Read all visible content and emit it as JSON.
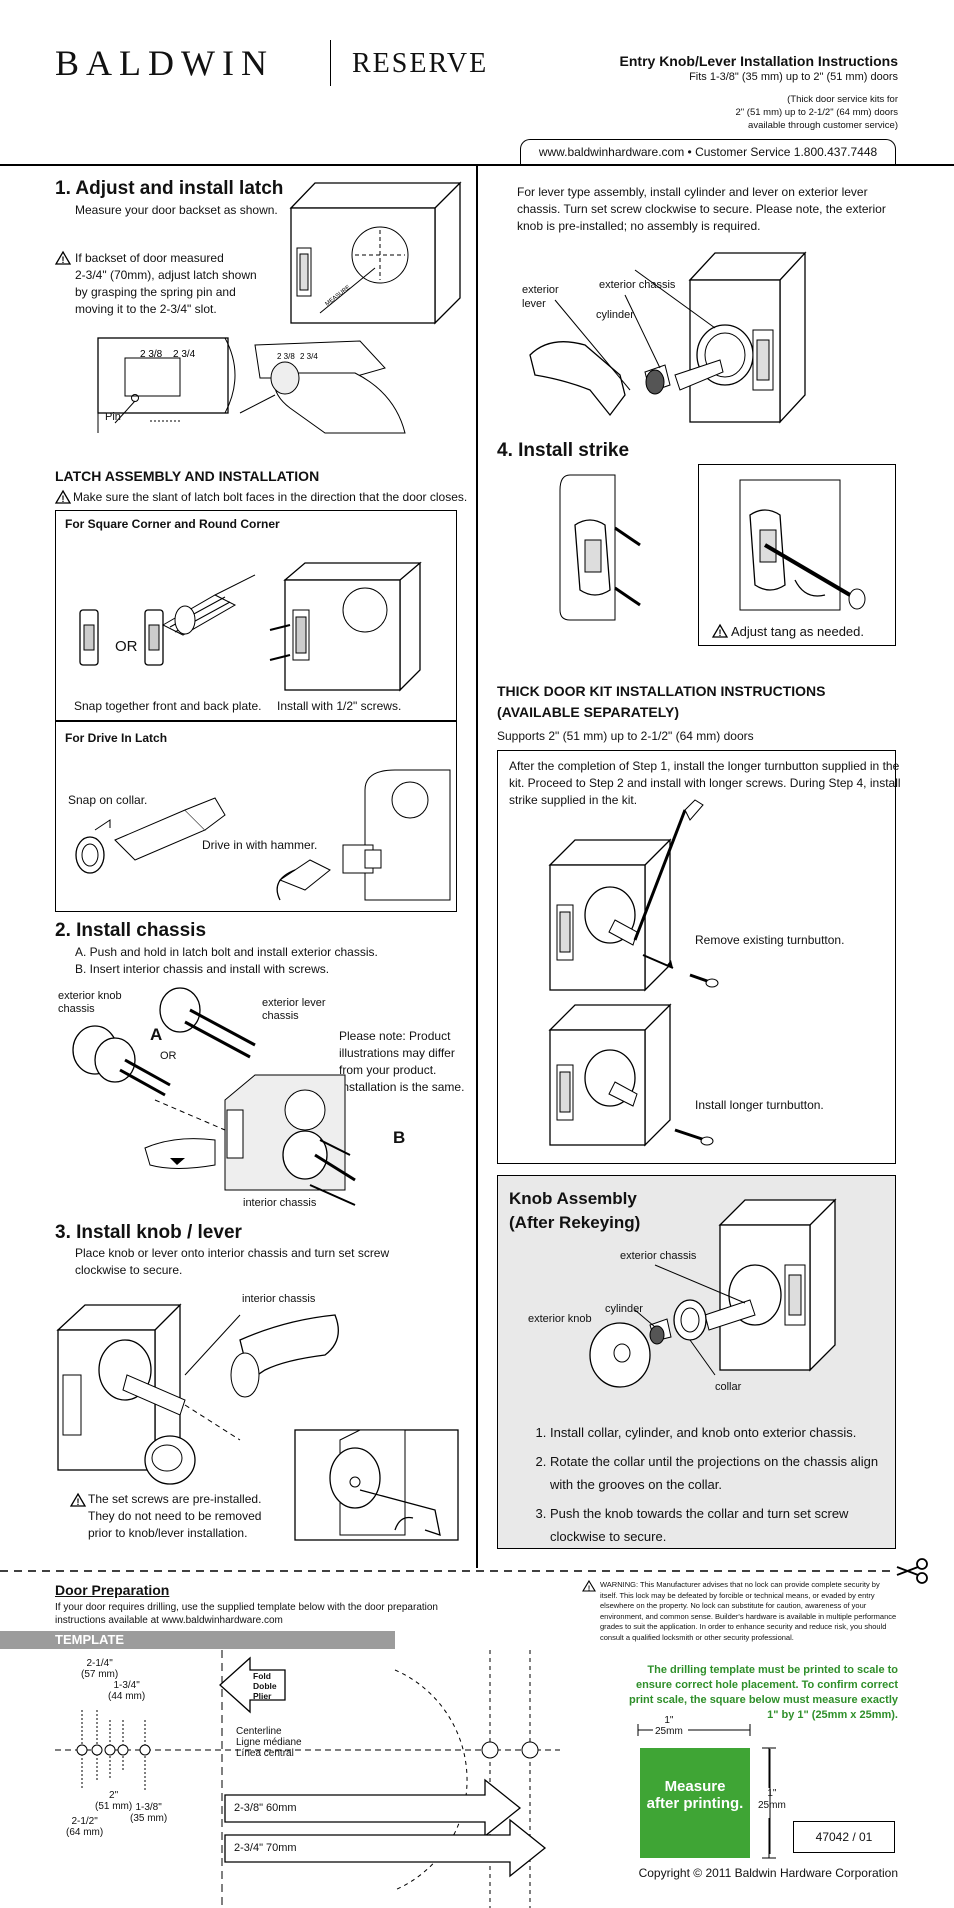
{
  "header": {
    "brand": "BALDWIN",
    "sub_brand": "RESERVE",
    "title": "Entry Knob/Lever Installation Instructions",
    "fits": "Fits 1-3/8\" (35 mm) up to 2\" (51 mm) doors",
    "note_line1": "(Thick door service kits for",
    "note_line2": "2\" (51 mm) up to 2-1/2\" (64 mm) doors",
    "note_line3": "available through customer service)",
    "contact": "www.baldwinhardware.com • Customer Service 1.800.437.7448"
  },
  "step1": {
    "title": "1. Adjust and install latch",
    "text": "Measure your door backset as shown.",
    "warning_lines": [
      "If backset of door measured",
      "2-3/4\" (70mm), adjust latch shown",
      "by grasping the spring pin and",
      "moving it to the 2-3/4\" slot."
    ],
    "measure_label": "MEASURE",
    "scale_238": "2 3/8",
    "scale_234": "2 3/4",
    "pin_label": "Pin"
  },
  "latch": {
    "title": "LATCH ASSEMBLY AND INSTALLATION",
    "warning": "Make sure the slant of latch bolt faces in the direction that the door closes.",
    "square_title": "For Square Corner and Round Corner",
    "or": "OR",
    "snap_text": "Snap together front and back plate.",
    "install_text": "Install with 1/2\" screws.",
    "drive_title": "For Drive In Latch",
    "snap_collar": "Snap on collar.",
    "drive_hammer": "Drive in with hammer."
  },
  "step2": {
    "title": "2. Install chassis",
    "line_a": "A. Push and hold in latch bolt and install exterior chassis.",
    "line_b": "B. Insert interior chassis and install with screws.",
    "ext_knob": "exterior knob",
    "chassis": "chassis",
    "ext_lever": "exterior lever",
    "label_a": "A",
    "label_or": "OR",
    "label_b": "B",
    "note_lines": [
      "Please note: Product",
      "illustrations may differ",
      "from your product.",
      "Installation is the same."
    ],
    "int_chassis": "interior chassis"
  },
  "step3": {
    "title": "3. Install knob / lever",
    "line1": "Place knob or lever onto interior chassis and turn set screw",
    "line2": "clockwise to secure.",
    "int_chassis": "interior chassis",
    "warning_lines": [
      "The set screws are pre-installed.",
      "They do not need to be removed",
      "prior to knob/lever installation."
    ]
  },
  "right_intro": {
    "lines": [
      "For lever type assembly, install cylinder and lever on exterior lever",
      "chassis. Turn set screw clockwise to secure. Please note, the exterior",
      "knob is pre-installed; no assembly is required."
    ],
    "ext_lever_1": "exterior",
    "ext_lever_2": "lever",
    "ext_chassis": "exterior chassis",
    "cylinder": "cylinder"
  },
  "step4": {
    "title": "4. Install strike",
    "adjust": "Adjust tang as needed."
  },
  "thick": {
    "title1": "THICK DOOR KIT INSTALLATION INSTRUCTIONS",
    "title2": "(AVAILABLE SEPARATELY)",
    "supports": "Supports 2\" (51 mm) up to 2-1/2\" (64 mm) doors",
    "lines": [
      "After the completion of Step 1, install the longer turnbutton supplied in the",
      "kit. Proceed to Step 2 and install with longer screws. During Step 4, install",
      "strike supplied in the kit."
    ],
    "remove": "Remove existing turnbutton.",
    "install": "Install longer turnbutton."
  },
  "knob": {
    "title1": "Knob Assembly",
    "title2": "(After Rekeying)",
    "ext_chassis": "exterior chassis",
    "cylinder": "cylinder",
    "ext_knob": "exterior knob",
    "collar": "collar",
    "steps": [
      "Install collar, cylinder, and knob onto exterior chassis.",
      "Rotate the collar until the projections on the chassis align with the grooves on the collar.",
      "Push the knob towards the collar and turn set screw clockwise to secure."
    ]
  },
  "door_prep": {
    "title": "Door Preparation",
    "line1": "If your door requires drilling, use the supplied template below with the door preparation",
    "line2": "instructions available at www.baldwinhardware.com",
    "template": "TEMPLATE",
    "d1_a": "2-1/4\"",
    "d1_b": "(57 mm)",
    "d2_a": "1-3/4\"",
    "d2_b": "(44 mm)",
    "d3_a": "2\"",
    "d3_b": "(51 mm)",
    "d4_a": "1-3/8\"",
    "d4_b": "(35 mm)",
    "d5_a": "2-1/2\"",
    "d5_b": "(64 mm)",
    "fold1": "Fold",
    "fold2": "Doble",
    "fold3": "Plier",
    "center1": "Centerline",
    "center2": "Ligne médiane",
    "center3": "Línea central",
    "arrow1": "2-3/8\" 60mm",
    "arrow2": "2-3/4\" 70mm"
  },
  "warning_block": "WARNING: This Manufacturer advises that no lock can provide complete security by itself. This lock may be defeated by forcible or technical means, or evaded by entry elsewhere on the property. No lock can substitute for caution, awareness of your environment, and common sense. Builder's hardware is available in multiple performance grades to suit the application. In order to enhance security and reduce risk, you should consult a qualified locksmith or other security professional.",
  "scale": {
    "lines": [
      "The drilling template must be printed to scale to",
      "ensure correct hole placement.  To confirm correct",
      "print scale, the square below must measure exactly",
      "1\" by 1\" (25mm x 25mm)."
    ],
    "top_a": "1\"",
    "top_b": "25mm",
    "side_a": "1\"",
    "side_b": "25mm",
    "measure1": "Measure",
    "measure2": "after printing.",
    "doc_no": "47042 / 01",
    "copyright": "Copyright © 2011 Baldwin Hardware Corporation"
  },
  "colors": {
    "green": "#3fa535",
    "template_bar": "#9c9c9c",
    "gray_panel": "#e9e9e9"
  }
}
